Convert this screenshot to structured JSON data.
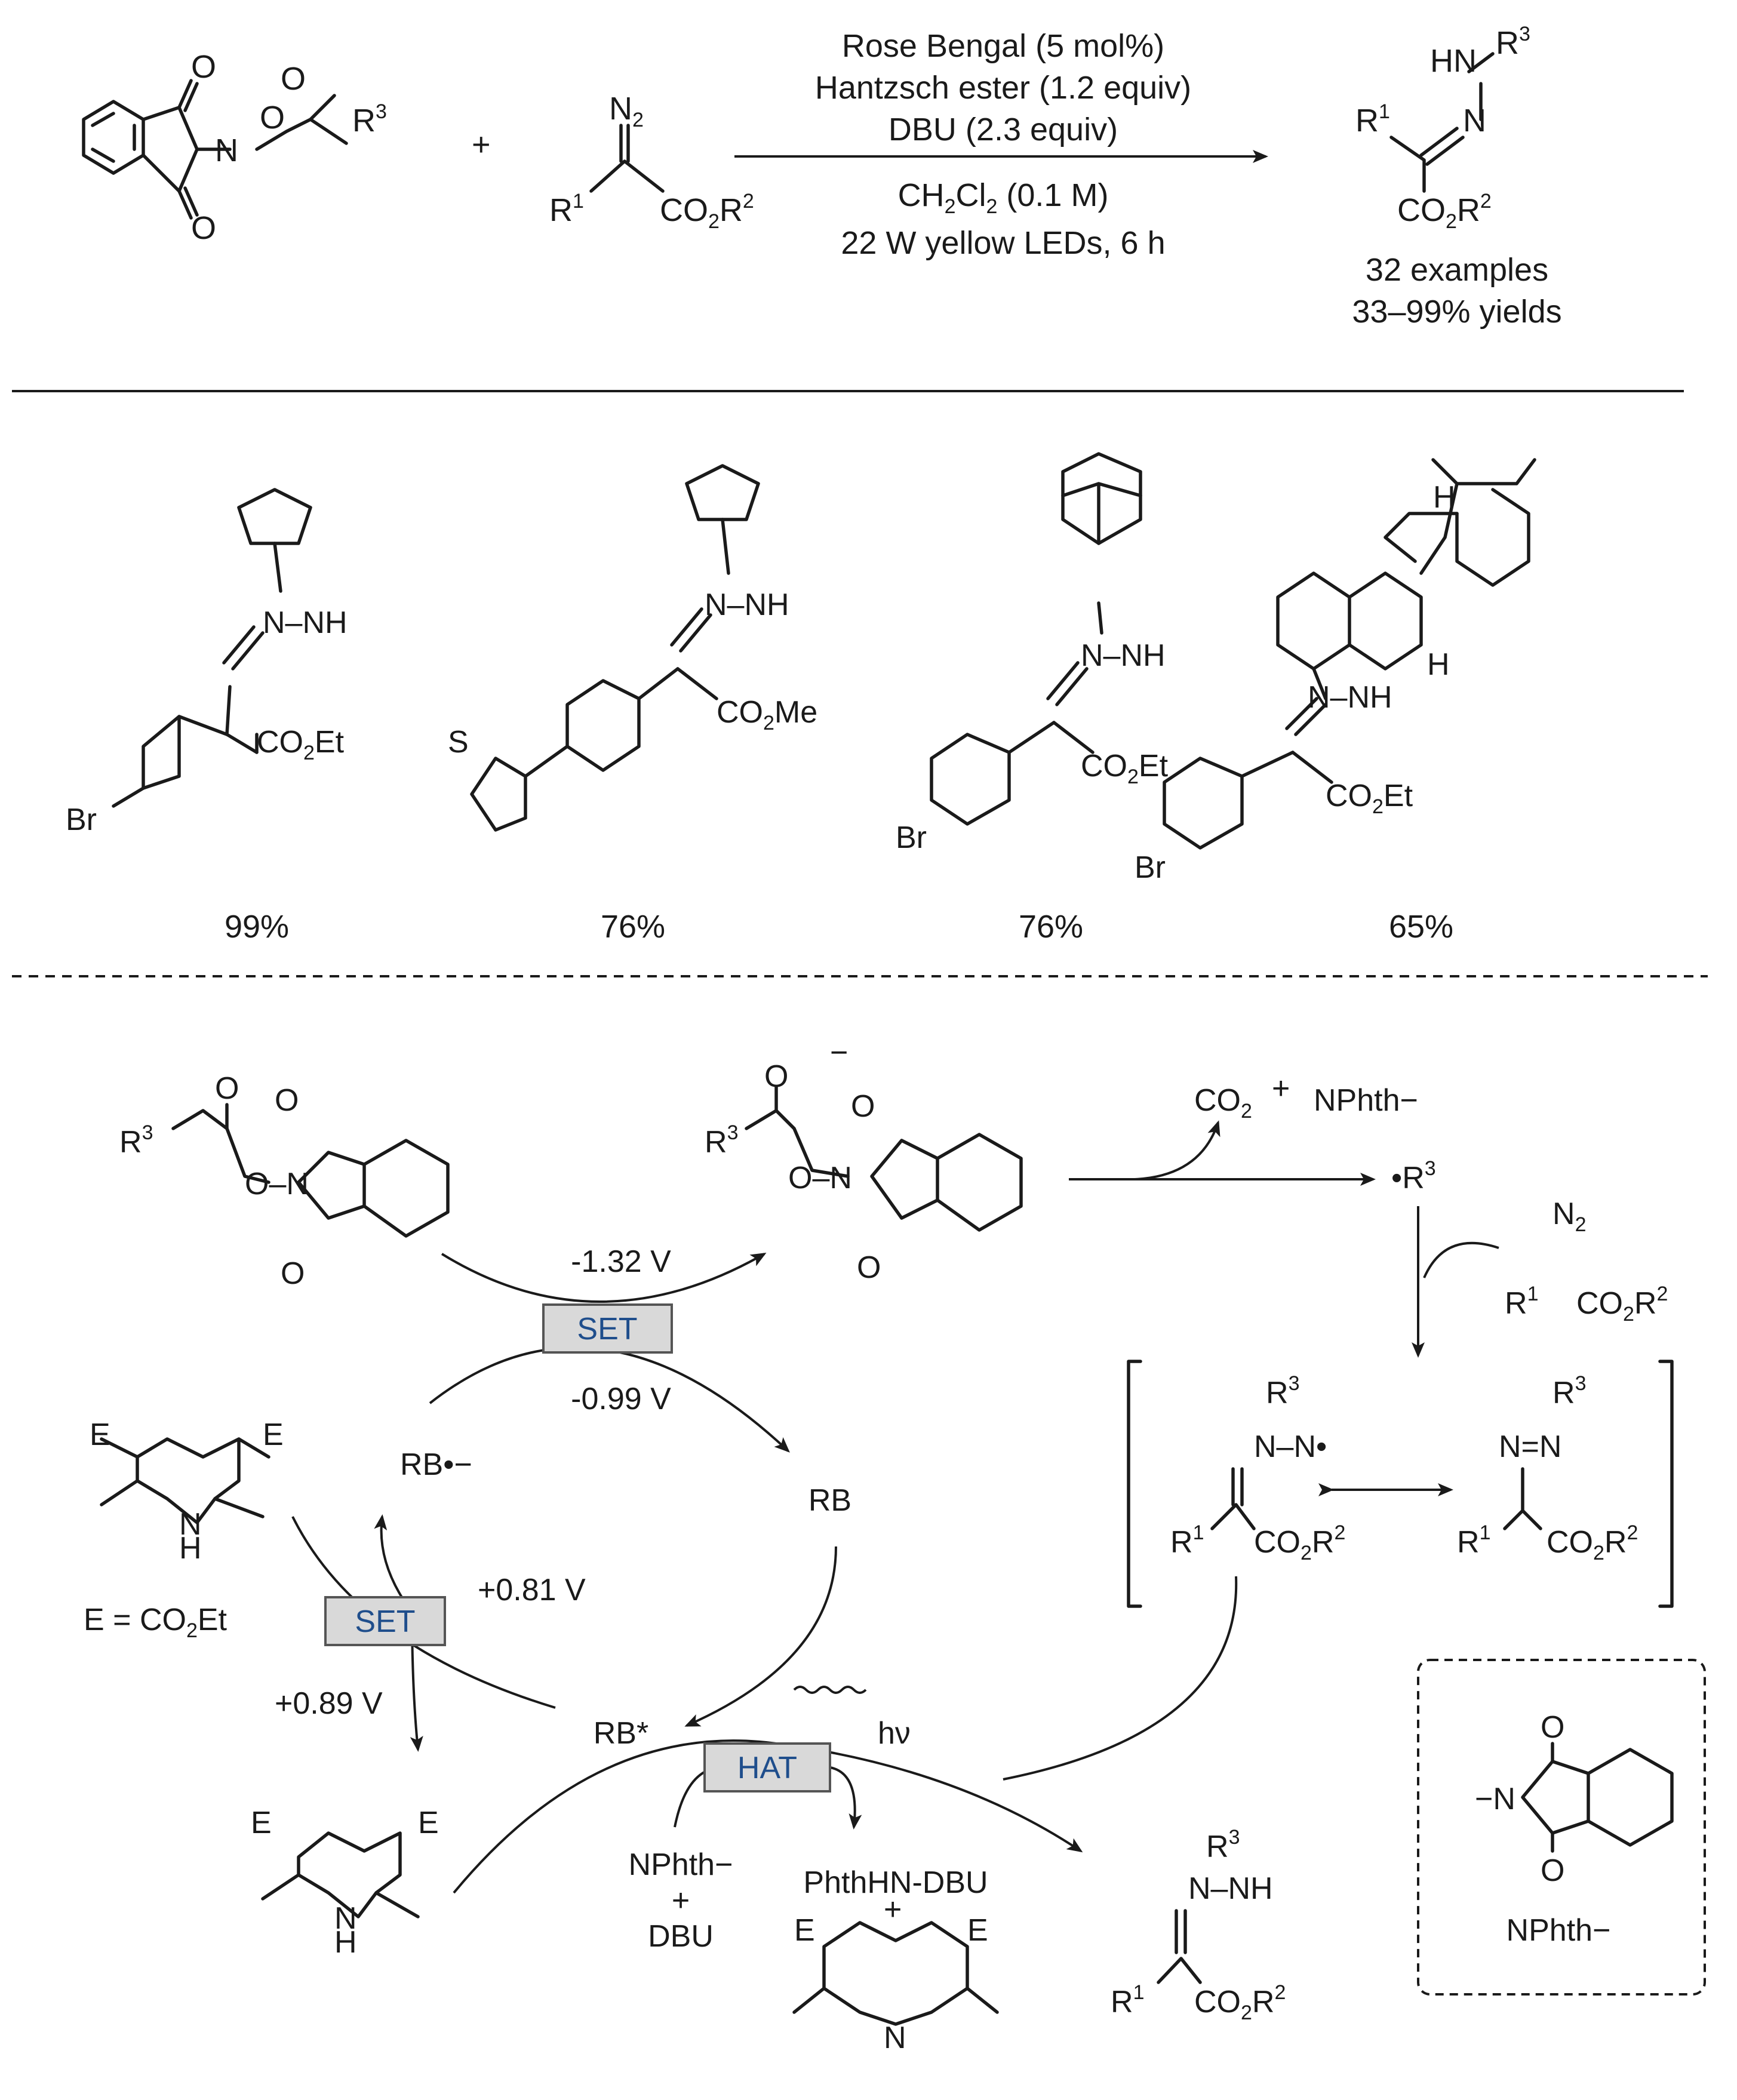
{
  "reaction": {
    "plus": "+",
    "conditions": [
      "Rose Bengal (5 mol%)",
      "Hantzsch ester (1.2 equiv)",
      "DBU (2.3 equiv)"
    ],
    "solvent": "CH2Cl2 (0.1 M)",
    "light": "22 W yellow LEDs, 6 h",
    "examples": "32 examples",
    "yields_range": "33–99% yields"
  },
  "substrate_labels": {
    "R3": "R3",
    "R1": "R1",
    "CO2R2": "CO2R2",
    "N2": "N2",
    "HN": "HN",
    "N": "N",
    "O": "O"
  },
  "examples": [
    {
      "yield": "99%",
      "ester": "CO2Et",
      "aryl": "Br"
    },
    {
      "yield": "76%",
      "ester": "CO2Me",
      "aryl": "S"
    },
    {
      "yield": "76%",
      "ester": "CO2Et",
      "aryl": "Br"
    },
    {
      "yield": "65%",
      "ester": "CO2Et",
      "aryl": "Br"
    }
  ],
  "mechanism": {
    "set_label": "SET",
    "hat_label": "HAT",
    "potential_1": "-1.32 V",
    "potential_2": "-0.99 V",
    "potential_3": "+0.81 V",
    "potential_4": "+0.89 V",
    "rb_radical_anion": "RB•−",
    "rb": "RB",
    "rb_excited": "RB*",
    "hv": "hν",
    "co2": "CO2",
    "nphth": "NPhth−",
    "r3_radical": "R3",
    "hantzsch_def": "E = CO2Et",
    "e_label": "E",
    "nphth_dbu": "NPhth−",
    "plus_sign": "+",
    "dbu": "DBU",
    "phthhn_dbu": "PhthHN-DBU"
  }
}
